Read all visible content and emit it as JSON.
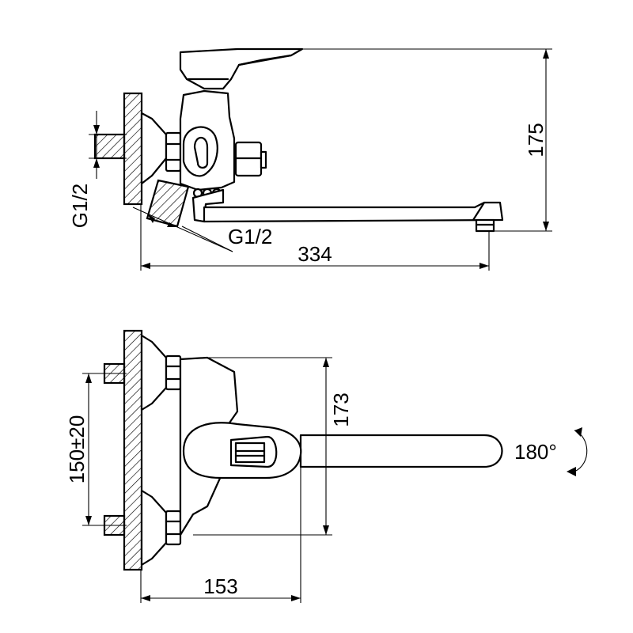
{
  "dimensions": {
    "height_total": "175",
    "length_total": "334",
    "inlet_thread_left": "G1/2",
    "inlet_thread_bottom": "G1/2",
    "inlet_spacing": "150±20",
    "body_height": "173",
    "projection": "153",
    "rotation": "180°"
  },
  "colors": {
    "line": "#000000",
    "background": "#ffffff"
  }
}
